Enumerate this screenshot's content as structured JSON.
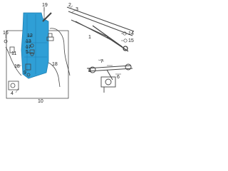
{
  "diagram": {
    "callouts": [
      {
        "id": "c1",
        "text": "1"
      },
      {
        "id": "c2",
        "text": "2"
      },
      {
        "id": "c3",
        "text": "3"
      },
      {
        "id": "c4",
        "text": "4"
      },
      {
        "id": "c5",
        "text": "5"
      },
      {
        "id": "c6",
        "text": "6"
      },
      {
        "id": "c7",
        "text": "7"
      },
      {
        "id": "c8",
        "text": "8"
      },
      {
        "id": "c9",
        "text": "9"
      },
      {
        "id": "c10",
        "text": "10"
      },
      {
        "id": "c11",
        "text": "11"
      },
      {
        "id": "c12",
        "text": "12"
      },
      {
        "id": "c13",
        "text": "13"
      },
      {
        "id": "c14",
        "text": "14"
      },
      {
        "id": "c15",
        "text": "15"
      },
      {
        "id": "c16",
        "text": "16"
      },
      {
        "id": "c17",
        "text": "17"
      },
      {
        "id": "c18a",
        "text": "18"
      },
      {
        "id": "c18b",
        "text": "18"
      },
      {
        "id": "c19",
        "text": "19"
      }
    ],
    "colors": {
      "tank_fill": "#2f9fd6",
      "tank_dark": "#1f7fb2",
      "line": "#333333",
      "parts_gray": "#444444"
    }
  }
}
